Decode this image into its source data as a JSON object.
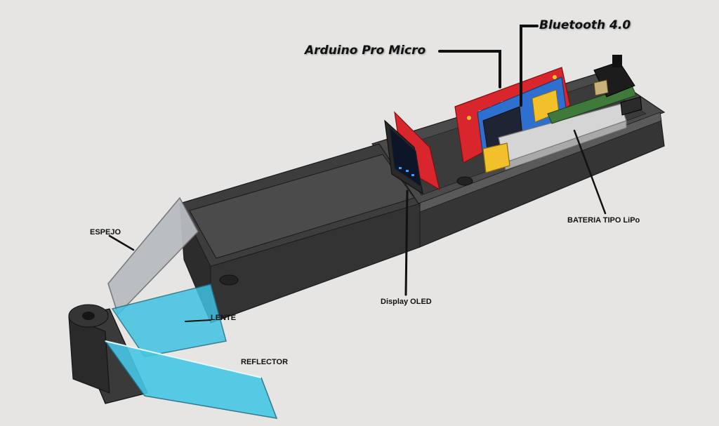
{
  "labels": {
    "bluetooth": "Bluetooth 4.0",
    "arduino": "Arduino Pro Micro",
    "bateria": "BATERIA TIPO LiPo",
    "espejo": "ESPEJO",
    "display_oled": "Display OLED",
    "lente": "LENTE",
    "reflector": "REFLECTOR"
  },
  "colors": {
    "background": "#e6e5e3",
    "housing": "#3f3f3f",
    "pcb_red": "#d8262c",
    "bt_module": "#2f6fd0",
    "lipo_silver": "#d5d5d5",
    "lens_cyan": "#3fc2e2",
    "mirror_gray": "#b9bcc0",
    "connector_yellow": "#f2c02b"
  }
}
